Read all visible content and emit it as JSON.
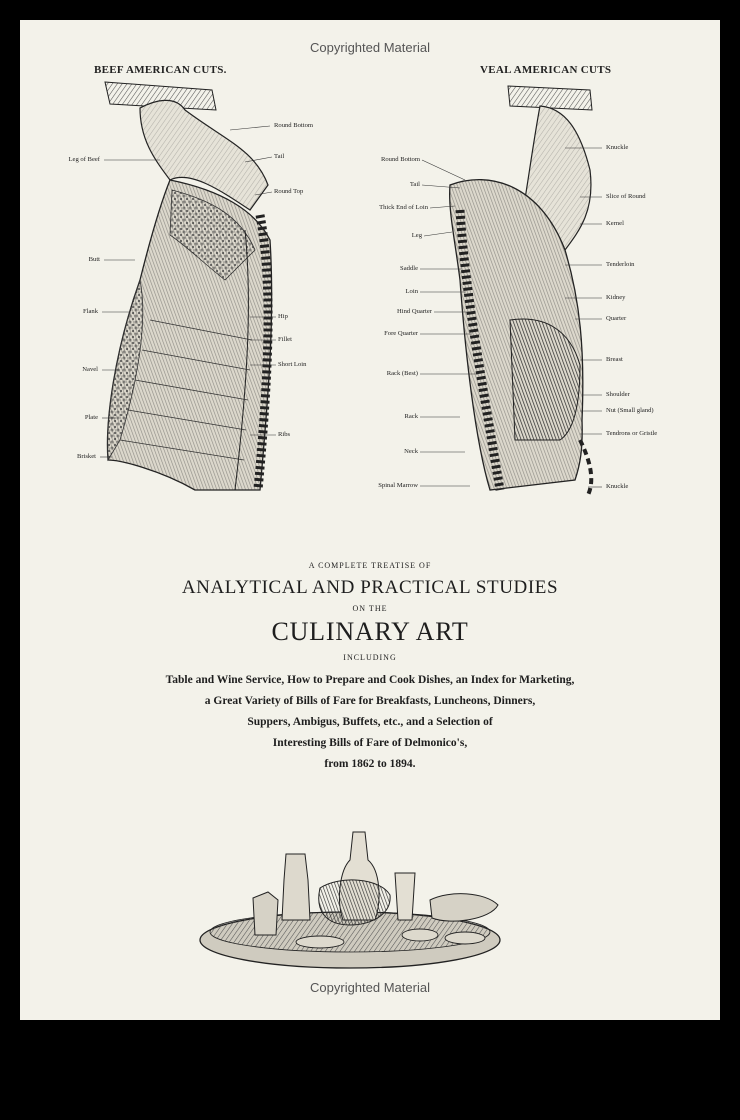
{
  "watermark": {
    "top": "Copyrighted Material",
    "bottom": "Copyrighted Material"
  },
  "beef": {
    "caption": "BEEF AMERICAN CUTS.",
    "labels_left": [
      "Leg of Beef",
      "Butt",
      "Flank",
      "Navel",
      "Plate",
      "Brisket"
    ],
    "labels_right": [
      "Round Bottom",
      "Tail",
      "Round Top",
      "Hip",
      "Fillet",
      "Short Loin",
      "Ribs"
    ]
  },
  "veal": {
    "caption": "VEAL AMERICAN CUTS",
    "labels_left": [
      "Round Bottom",
      "Tail",
      "Thick End of Loin",
      "Leg",
      "Saddle",
      "Loin",
      "Hind Quarter",
      "Fore Quarter",
      "Rack (Best)",
      "Rack",
      "Neck",
      "Spinal Marrow"
    ],
    "labels_right": [
      "Knuckle",
      "Slice of Round",
      "Kernel",
      "Tenderloin",
      "Kidney",
      "Quarter",
      "Breast",
      "Shoulder",
      "Nut (Small gland)",
      "Tendrons or Gristle",
      "Knuckle"
    ]
  },
  "title": {
    "line1": "A COMPLETE TREATISE OF",
    "line2": "ANALYTICAL AND PRACTICAL STUDIES",
    "line3": "ON THE",
    "line4": "CULINARY ART",
    "line5": "INCLUDING",
    "description": [
      "Table and Wine Service, How to Prepare and Cook Dishes, an Index for Marketing,",
      "a Great Variety of Bills of Fare for Breakfasts, Luncheons, Dinners,",
      "Suppers, Ambigus, Buffets, etc., and a Selection of",
      "Interesting Bills of Fare of Delmonico's,",
      "from 1862 to 1894."
    ]
  }
}
